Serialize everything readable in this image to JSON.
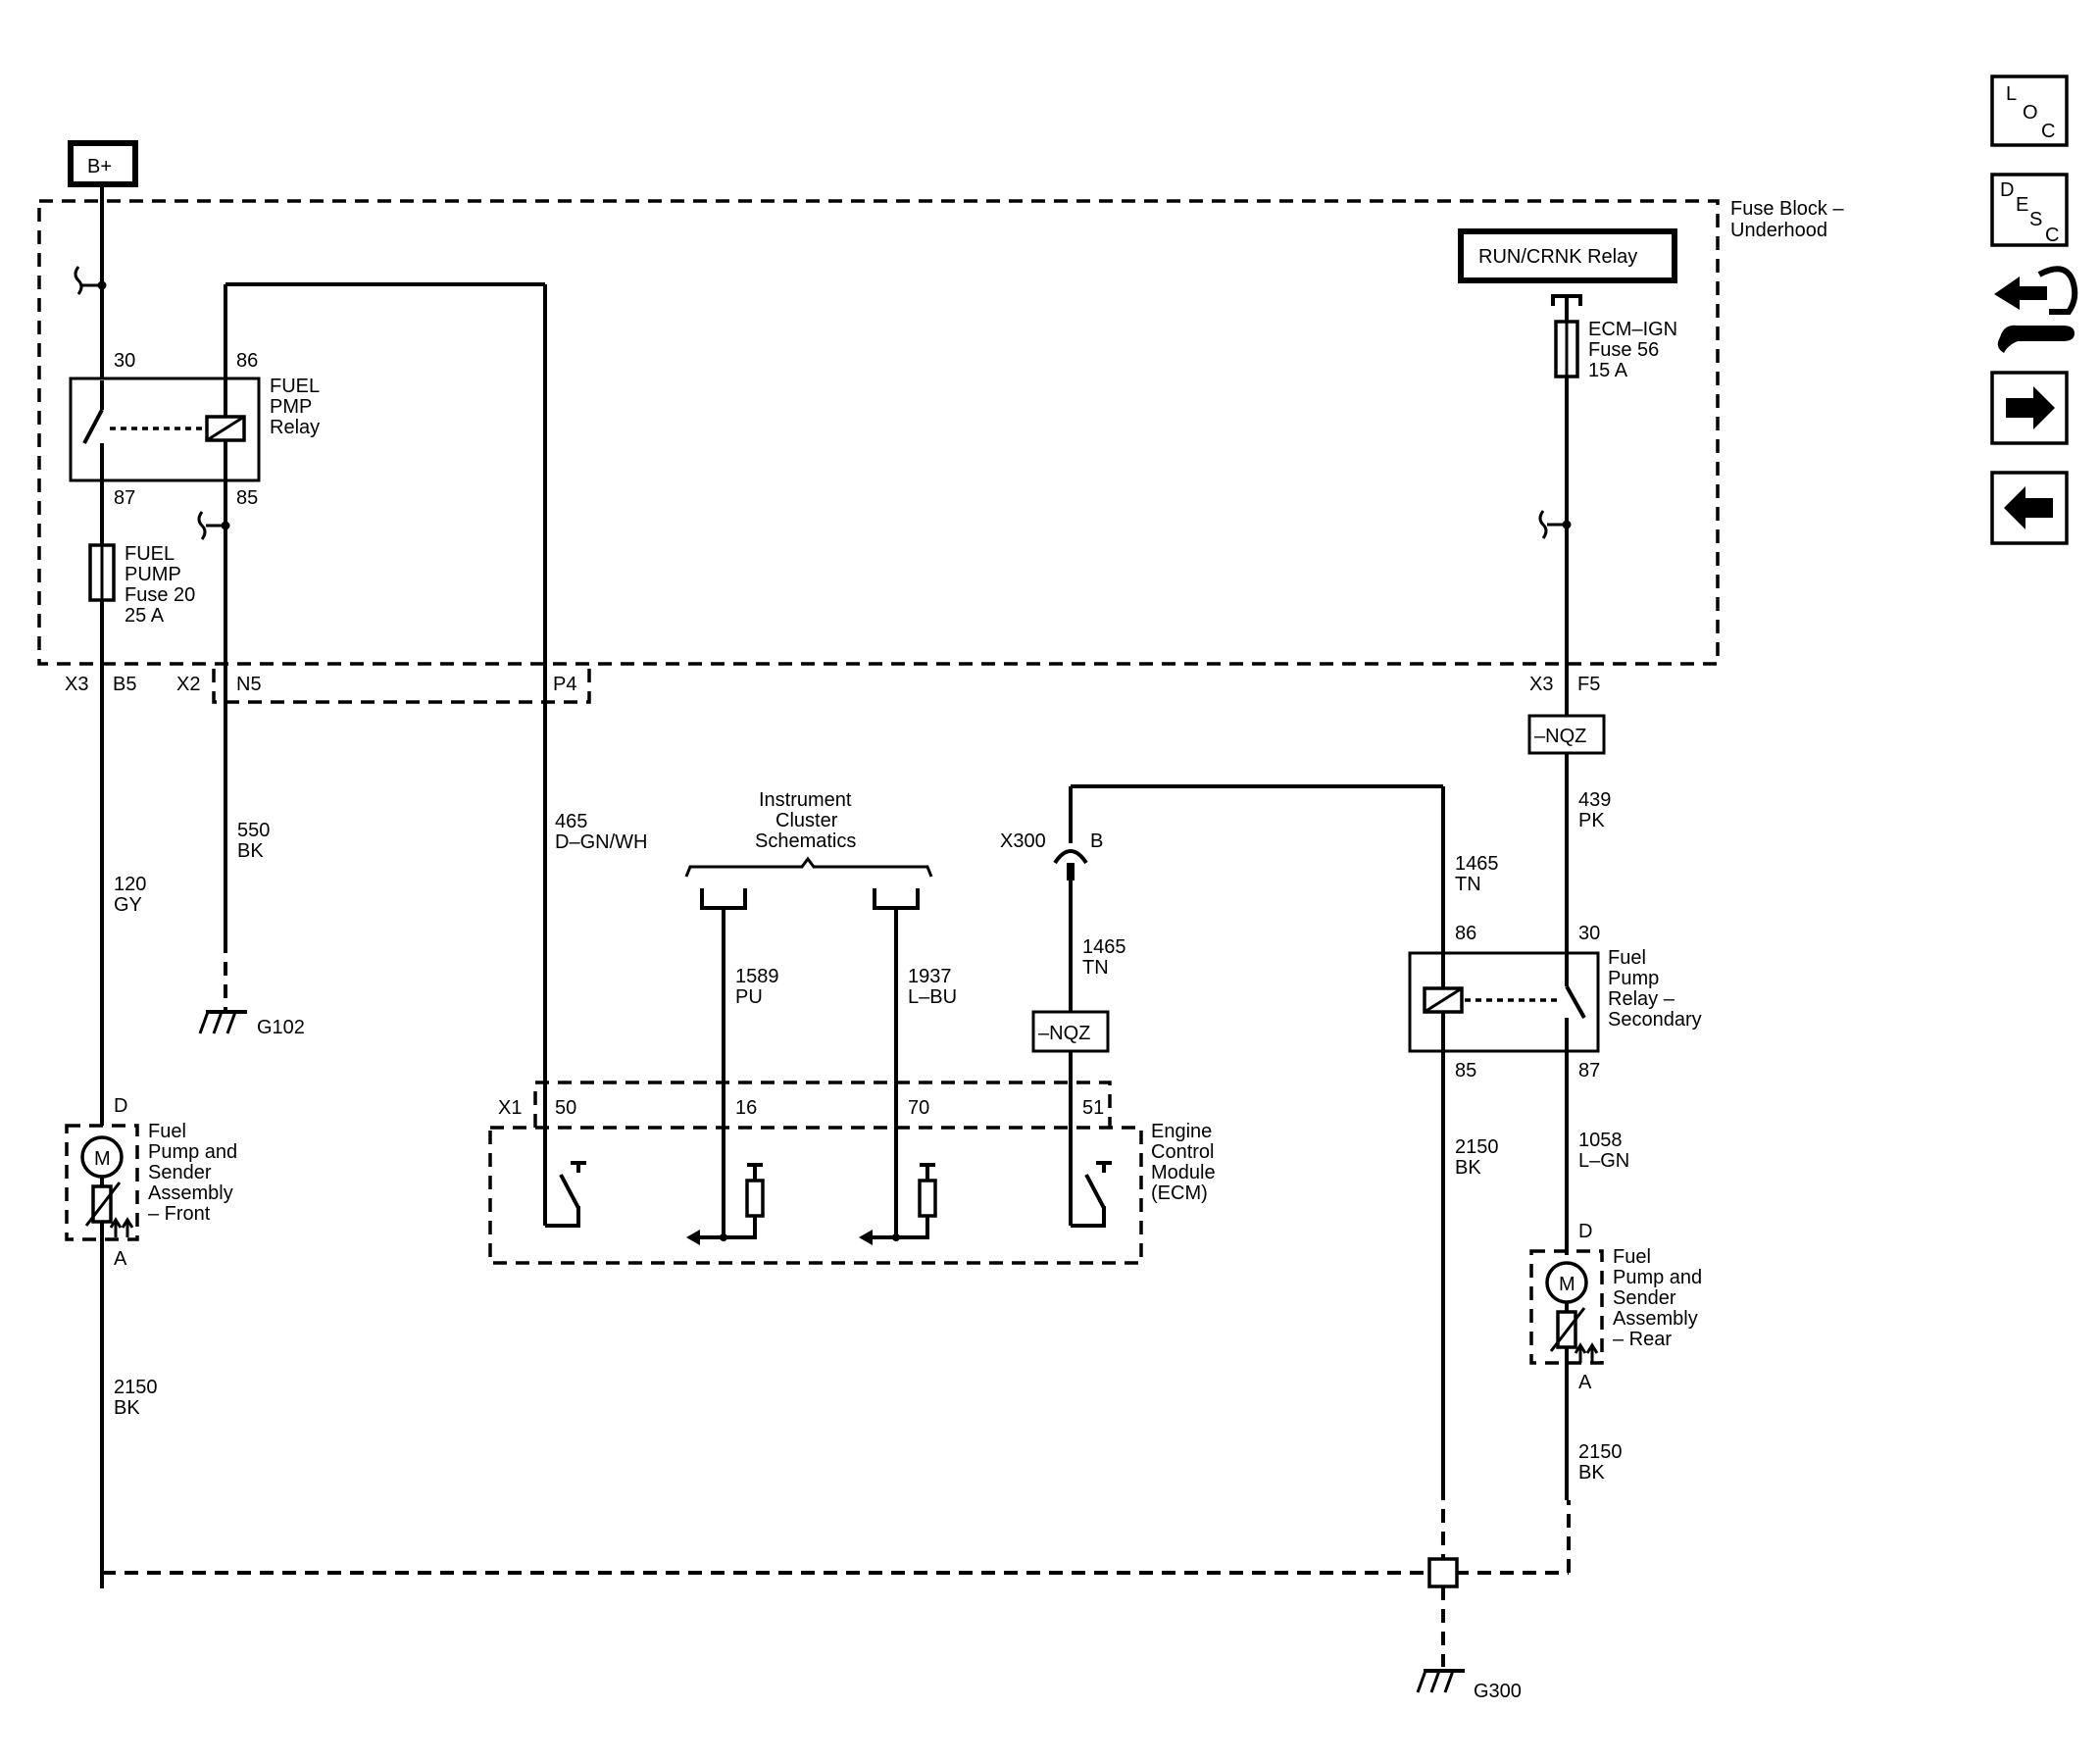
{
  "power": {
    "bplus": "B+"
  },
  "fuse_block": {
    "title_line1": "Fuse Block –",
    "title_line2": "Underhood"
  },
  "run_crnk_relay": "RUN/CRNK Relay",
  "ecm_ign_fuse": {
    "line1": "ECM–IGN",
    "line2": "Fuse 56",
    "line3": "15 A"
  },
  "fuel_pmp_relay": {
    "line1": "FUEL",
    "line2": "PMP",
    "line3": "Relay",
    "pin30": "30",
    "pin86": "86",
    "pin87": "87",
    "pin85": "85"
  },
  "fuel_pump_fuse": {
    "line1": "FUEL",
    "line2": "PUMP",
    "line3": "Fuse 20",
    "line4": "25 A"
  },
  "connectors": {
    "x3_left": "X3",
    "b5": "B5",
    "x2": "X2",
    "n5": "N5",
    "p4": "P4",
    "x3_right": "X3",
    "f5": "F5",
    "x300": "X300",
    "x300_pin": "B",
    "x1": "X1"
  },
  "nqz": {
    "top": "–NQZ",
    "mid": "–NQZ"
  },
  "wires": {
    "w120": {
      "circuit": "120",
      "color": "GY"
    },
    "w550": {
      "circuit": "550",
      "color": "BK"
    },
    "w465": {
      "circuit": "465",
      "color": "D–GN/WH"
    },
    "w1589": {
      "circuit": "1589",
      "color": "PU"
    },
    "w1937": {
      "circuit": "1937",
      "color": "L–BU"
    },
    "w1465a": {
      "circuit": "1465",
      "color": "TN"
    },
    "w1465b": {
      "circuit": "1465",
      "color": "TN"
    },
    "w439": {
      "circuit": "439",
      "color": "PK"
    },
    "w2150a": {
      "circuit": "2150",
      "color": "BK"
    },
    "w2150b": {
      "circuit": "2150",
      "color": "BK"
    },
    "w2150c": {
      "circuit": "2150",
      "color": "BK"
    },
    "w1058": {
      "circuit": "1058",
      "color": "L–GN"
    }
  },
  "instrument_cluster": {
    "line1": "Instrument",
    "line2": "Cluster",
    "line3": "Schematics"
  },
  "grounds": {
    "g102": "G102",
    "g300": "G300"
  },
  "secondary_relay": {
    "line1": "Fuel",
    "line2": "Pump",
    "line3": "Relay –",
    "line4": "Secondary",
    "pin86": "86",
    "pin30": "30",
    "pin85": "85",
    "pin87": "87"
  },
  "ecm": {
    "line1": "Engine",
    "line2": "Control",
    "line3": "Module",
    "line4": "(ECM)",
    "pin50": "50",
    "pin16": "16",
    "pin70": "70",
    "pin51": "51"
  },
  "pump_front": {
    "line1": "Fuel",
    "line2": "Pump and",
    "line3": "Sender",
    "line4": "Assembly",
    "line5": "– Front",
    "pinD": "D",
    "pinA": "A",
    "motor": "M"
  },
  "pump_rear": {
    "line1": "Fuel",
    "line2": "Pump and",
    "line3": "Sender",
    "line4": "Assembly",
    "line5": "– Rear",
    "pinD": "D",
    "pinA": "A",
    "motor": "M"
  },
  "nav": {
    "loc": {
      "l": "L",
      "o": "O",
      "c": "C"
    },
    "desc": {
      "d": "D",
      "e": "E",
      "s": "S",
      "c": "C"
    }
  }
}
